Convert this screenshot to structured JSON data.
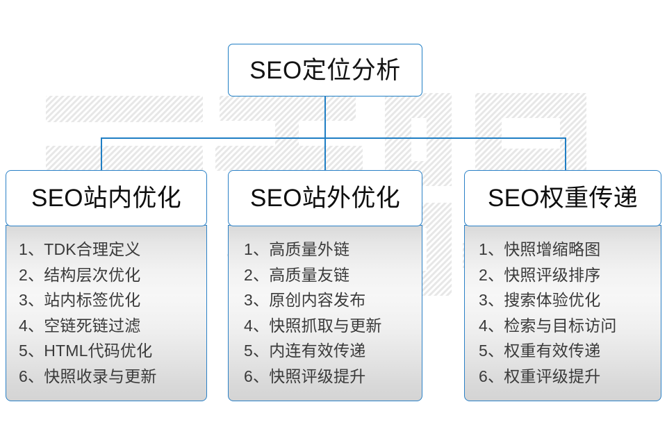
{
  "diagram": {
    "title": "SEO定位分析",
    "watermark_text": "云无限",
    "accent_color": "#1f7ec4",
    "border_color": "#2a80c6",
    "text_color": "#131313",
    "list_text_color": "#3a3a3a",
    "root": {
      "label": "SEO定位分析"
    },
    "columns": [
      {
        "header": "SEO站内优化",
        "items": [
          "1、TDK合理定义",
          "2、结构层次优化",
          "3、站内标签优化",
          "4、空链死链过滤",
          "5、HTML代码优化",
          "6、快照收录与更新"
        ]
      },
      {
        "header": "SEO站外优化",
        "items": [
          "1、高质量外链",
          "2、高质量友链",
          "3、原创内容发布",
          "4、快照抓取与更新",
          "5、内连有效传递",
          "6、快照评级提升"
        ]
      },
      {
        "header": "SEO权重传递",
        "items": [
          "1、快照增缩略图",
          "2、快照评级排序",
          "3、搜索体验优化",
          "4、检索与目标访问",
          "5、权重有效传递",
          "6、权重评级提升"
        ]
      }
    ]
  }
}
